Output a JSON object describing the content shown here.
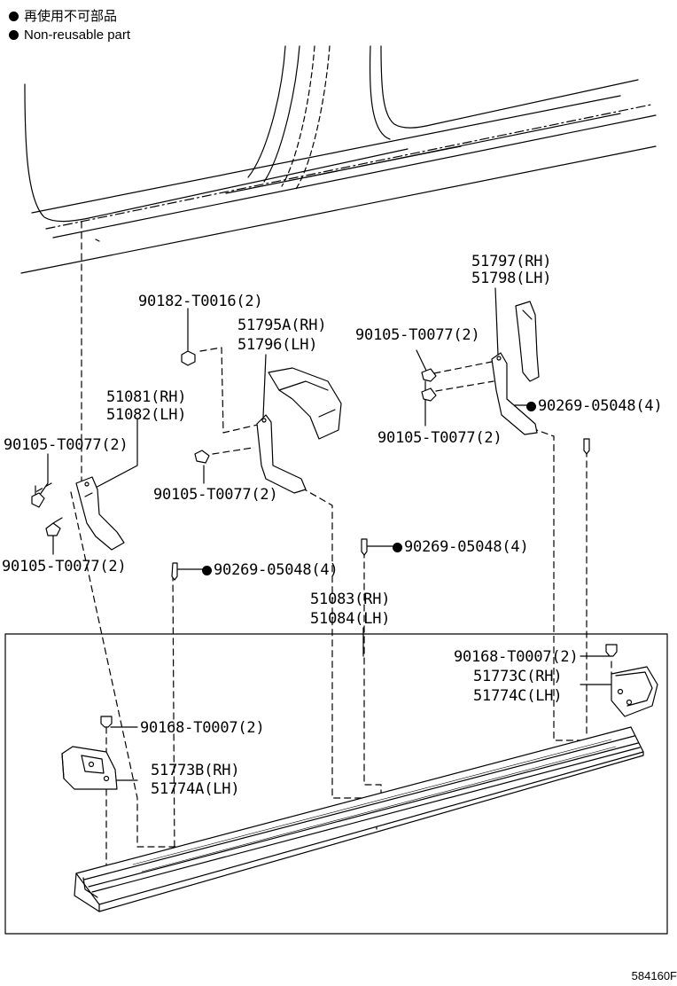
{
  "legend": {
    "jp": "再使用不可部品",
    "en": "Non-reusable part"
  },
  "parts": {
    "p90182": "90182-T0016(2)",
    "p51795a_rh": "51795A(RH)",
    "p51796_lh": "51796(LH)",
    "p90105_upper_mid": "90105-T0077(2)",
    "p51797_rh": "51797(RH)",
    "p51798_lh": "51798(LH)",
    "p90269_right": "90269-05048(4)",
    "p90105_lower_right": "90105-T0077(2)",
    "p51081_rh": "51081(RH)",
    "p51082_lh": "51082(LH)",
    "p90105_left_upper": "90105-T0077(2)",
    "p90105_center": "90105-T0077(2)",
    "p90269_center": "90269-05048(4)",
    "p90105_left_lower": "90105-T0077(2)",
    "p90269_left": "90269-05048(4)",
    "p51083_rh": "51083(RH)",
    "p51084_lh": "51084(LH)",
    "p90168_right": "90168-T0007(2)",
    "p51773c_rh": "51773C(RH)",
    "p51774c_lh": "51774C(LH)",
    "p90168_left": "90168-T0007(2)",
    "p51773b_rh": "51773B(RH)",
    "p51774a_lh": "51774A(LH)"
  },
  "drawing_code": "584160F"
}
